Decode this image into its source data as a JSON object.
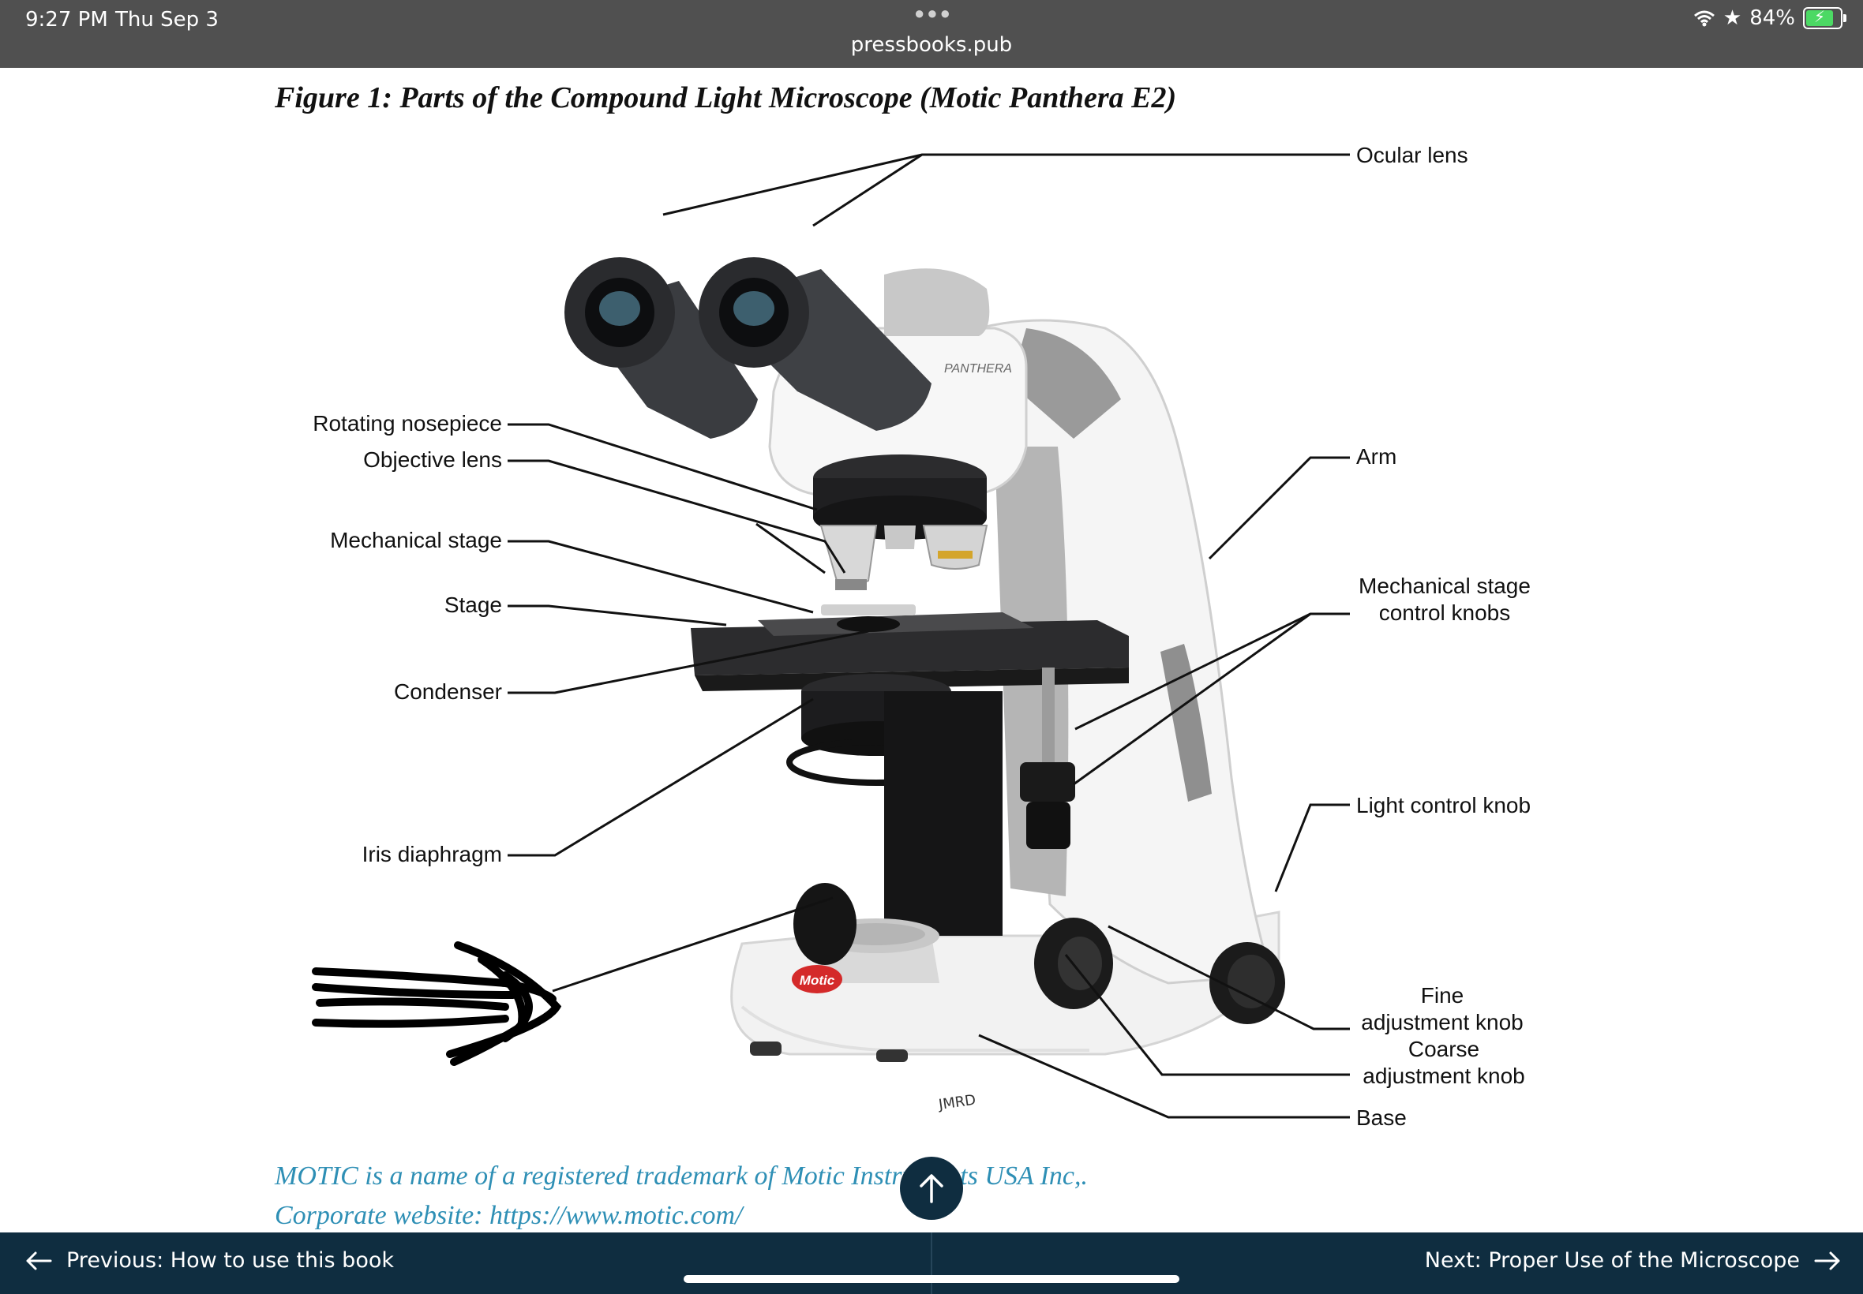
{
  "status_bar": {
    "time": "9:27 PM",
    "date": "Thu Sep 3",
    "url": "pressbooks.pub",
    "battery": "84%"
  },
  "figure": {
    "title": "Figure 1: Parts of the Compound Light Microscope (Motic Panthera E2)",
    "brand_label": "PANTHERA",
    "logo_text": "Motic",
    "signature": "JMRD",
    "labels_left": {
      "rotating_nosepiece": "Rotating nosepiece",
      "objective_lens": "Objective lens",
      "mechanical_stage": "Mechanical stage",
      "stage": "Stage",
      "condenser": "Condenser",
      "iris_diaphragm": "Iris diaphragm"
    },
    "labels_right": {
      "ocular_lens": "Ocular lens",
      "arm": "Arm",
      "mech_stage_knobs_1": "Mechanical stage",
      "mech_stage_knobs_2": "control knobs",
      "light_control_knob": "Light control knob",
      "fine_1": "Fine",
      "fine_2": "adjustment knob",
      "coarse_1": "Coarse",
      "coarse_2": "adjustment knob",
      "base": "Base"
    }
  },
  "caption": {
    "line1": "MOTIC is a name of a registered trademark of Motic Instruments USA Inc,.",
    "line2": "Corporate website: https://www.motic.com/"
  },
  "nav": {
    "previous": "Previous: How to use this book",
    "next": "Next: Proper Use of the Microscope"
  },
  "icons": {
    "back_to_top": "arrow-up-icon",
    "prev": "arrow-left-icon",
    "next": "arrow-right-icon"
  }
}
